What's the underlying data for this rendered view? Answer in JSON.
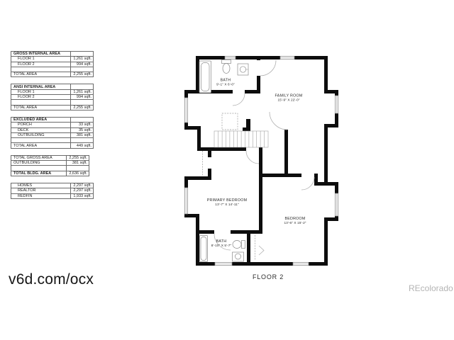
{
  "area_tables": [
    {
      "rows": [
        {
          "label": "GROSS INTERNAL AREA",
          "value": "",
          "type": "header"
        },
        {
          "label": "FLOOR 1",
          "value": "1,261 sqft.",
          "type": "item"
        },
        {
          "label": "FLOOR 2",
          "value": "994 sqft.",
          "type": "item"
        },
        {
          "label": "",
          "value": "",
          "type": "blank"
        },
        {
          "label": "TOTAL AREA",
          "value": "2,255 sqft.",
          "type": "total"
        }
      ]
    },
    {
      "rows": [
        {
          "label": "ANSI INTERNAL AREA",
          "value": "",
          "type": "header"
        },
        {
          "label": "FLOOR 1",
          "value": "1,261 sqft.",
          "type": "item"
        },
        {
          "label": "FLOOR 2",
          "value": "994 sqft.",
          "type": "item"
        },
        {
          "label": "",
          "value": "",
          "type": "blank"
        },
        {
          "label": "TOTAL AREA",
          "value": "2,255 sqft.",
          "type": "total"
        }
      ]
    },
    {
      "rows": [
        {
          "label": "EXCLUDED AREA",
          "value": "",
          "type": "header"
        },
        {
          "label": "PORCH",
          "value": "33 sqft.",
          "type": "item"
        },
        {
          "label": "DECK",
          "value": "35 sqft.",
          "type": "item"
        },
        {
          "label": "OUTBUILDING",
          "value": "381 sqft.",
          "type": "item"
        },
        {
          "label": "",
          "value": "",
          "type": "blank"
        },
        {
          "label": "TOTAL AREA",
          "value": "449 sqft.",
          "type": "total"
        }
      ]
    },
    {
      "rows": [
        {
          "label": "TOTAL GROSS AREA",
          "value": "2,255 sqft.",
          "type": "total"
        },
        {
          "label": "OUTBUILDING",
          "value": "381 sqft.",
          "type": "total"
        },
        {
          "label": "",
          "value": "",
          "type": "blank"
        },
        {
          "label": "TOTAL BLDG. AREA",
          "value": "2,636 sqft.",
          "type": "btotal"
        }
      ]
    },
    {
      "rows": [
        {
          "label": "HOMES",
          "value": "2,297 sqft.",
          "type": "item"
        },
        {
          "label": "REALTOR",
          "value": "2,297 sqft.",
          "type": "item"
        },
        {
          "label": "REDFIN",
          "value": "1,933 sqft.",
          "type": "item"
        }
      ]
    }
  ],
  "floorplan": {
    "floor_label": "FLOOR 2",
    "rooms": [
      {
        "name": "BATH",
        "dims": "9'-1\" X 6'-0\""
      },
      {
        "name": "FAMILY ROOM",
        "dims": "15'-9\" X 22'-0\""
      },
      {
        "name": "PRIMARY BEDROOM",
        "dims": "13'-7\" X 14'-11\""
      },
      {
        "name": "BEDROOM",
        "dims": "13'-6\" X 15'-2\""
      },
      {
        "name": "BATH",
        "dims": "8'-10\" X 5'-7\""
      }
    ]
  },
  "footer": {
    "url_text": "v6d.com/ocx",
    "watermark": "REcolorado"
  }
}
